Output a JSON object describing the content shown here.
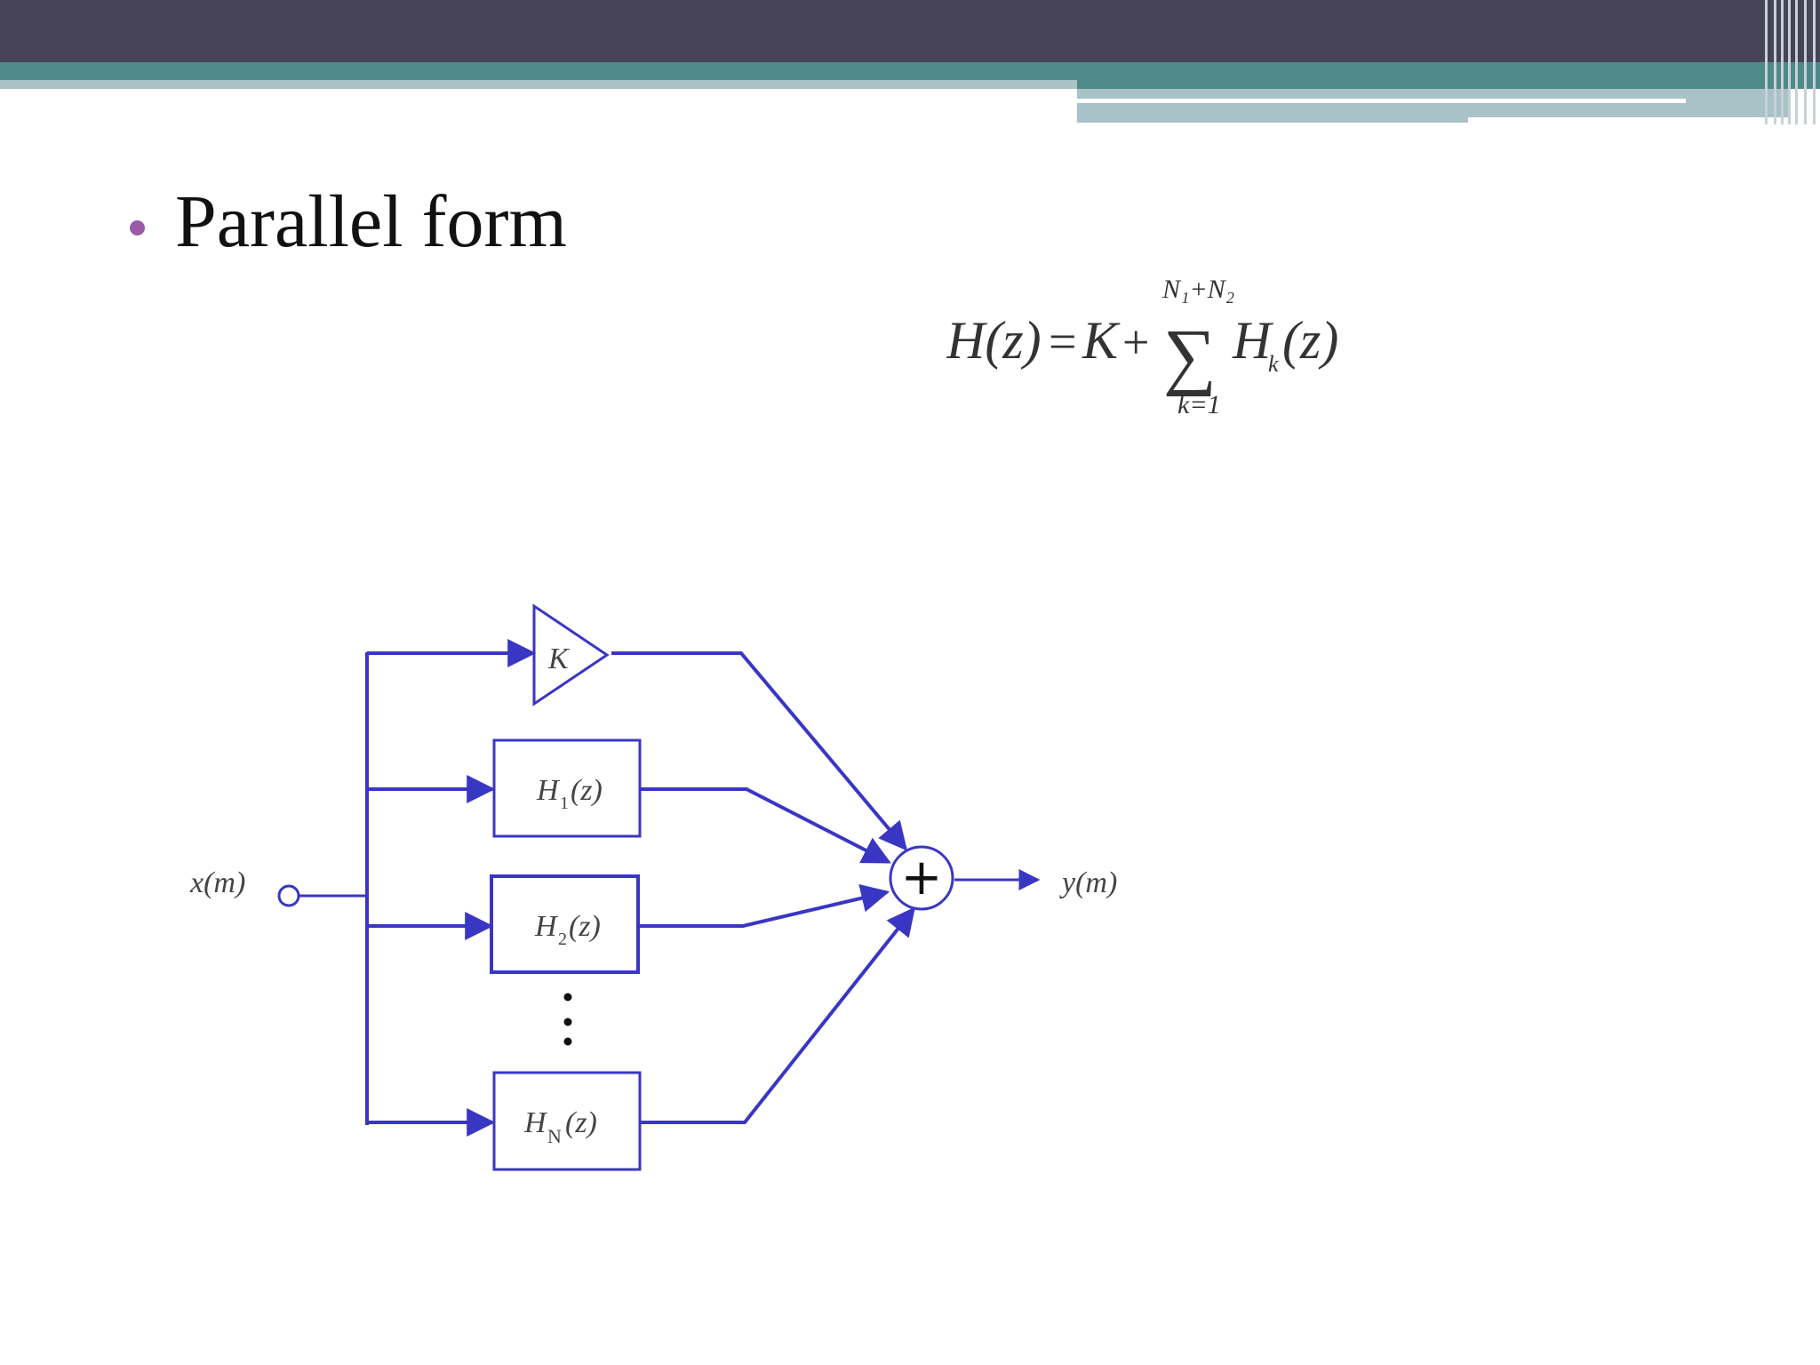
{
  "slide": {
    "bullet_title": "Parallel form"
  },
  "formula": {
    "lhs": "H(z)",
    "equals": "=",
    "constant": "K",
    "plus": "+",
    "sum_symbol": "∑",
    "upper_limit": "N₁+N₂",
    "lower_limit": "k=1",
    "term": "H",
    "term_subscript": "k",
    "term_arg": "(z)"
  },
  "diagram": {
    "input_label": "x(m)",
    "output_label": "y(m)",
    "gain_label": "K",
    "adder_symbol": "+",
    "ellipsis": "⋮",
    "blocks": [
      {
        "name": "H",
        "sub": "1",
        "arg": "(z)"
      },
      {
        "name": "H",
        "sub": "2",
        "arg": "(z)"
      },
      {
        "name": "H",
        "sub": "N",
        "arg": "(z)"
      }
    ],
    "colors": {
      "line": "#3a36c4",
      "accent_bar": "#474459",
      "teal": "#4f8a8b",
      "bullet": "#9a5aa8"
    }
  }
}
